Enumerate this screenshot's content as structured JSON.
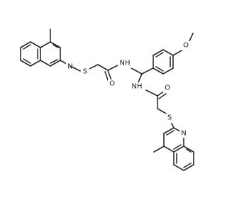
{
  "atom_labels": {
    "n_quinoline_top": "N",
    "s_top": "S",
    "o_amide_top": "O",
    "nh_top": "NH",
    "o_methoxy": "O",
    "nh_bottom": "NH",
    "o_amide_bottom": "O",
    "s_bottom": "S",
    "n_quinoline_bottom": "N"
  },
  "colors": {
    "bond": "#2b2b2b",
    "text": "#1a1a1a",
    "background": "#ffffff"
  }
}
